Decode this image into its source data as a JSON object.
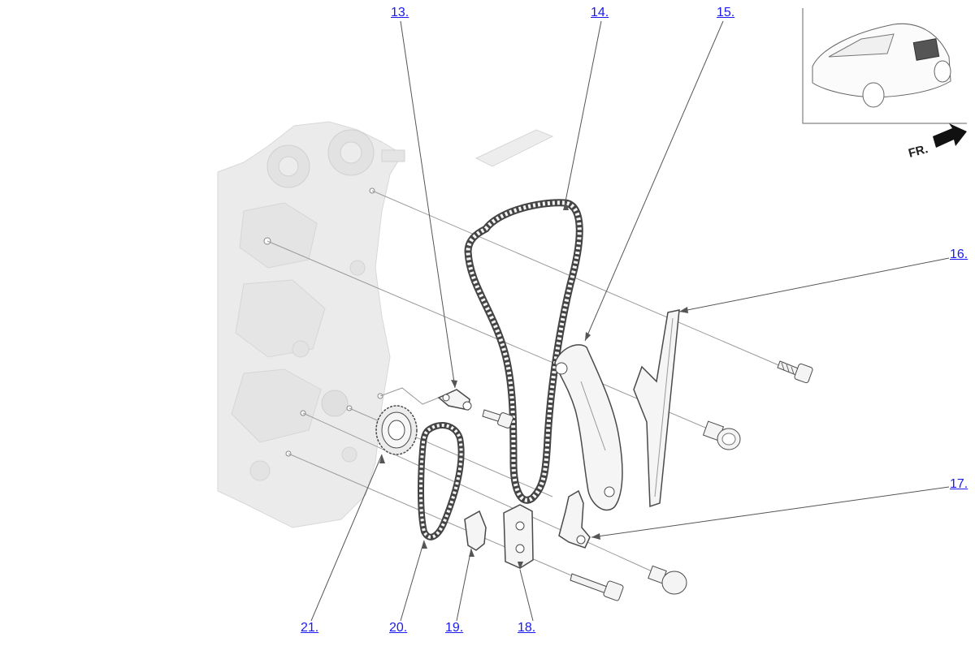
{
  "diagram": {
    "callouts": [
      {
        "id": "13",
        "label": "13."
      },
      {
        "id": "14",
        "label": "14."
      },
      {
        "id": "15",
        "label": "15."
      },
      {
        "id": "16",
        "label": "16."
      },
      {
        "id": "17",
        "label": "17."
      },
      {
        "id": "18",
        "label": "18."
      },
      {
        "id": "19",
        "label": "19."
      },
      {
        "id": "20",
        "label": "20."
      },
      {
        "id": "21",
        "label": "21."
      }
    ],
    "direction_label": "FR.",
    "colors": {
      "link": "#1a1aee",
      "engine_fill": "#ebebeb",
      "part_stroke": "#4a4a4a",
      "part_fill": "#f6f6f6",
      "leader": "#555555"
    }
  }
}
